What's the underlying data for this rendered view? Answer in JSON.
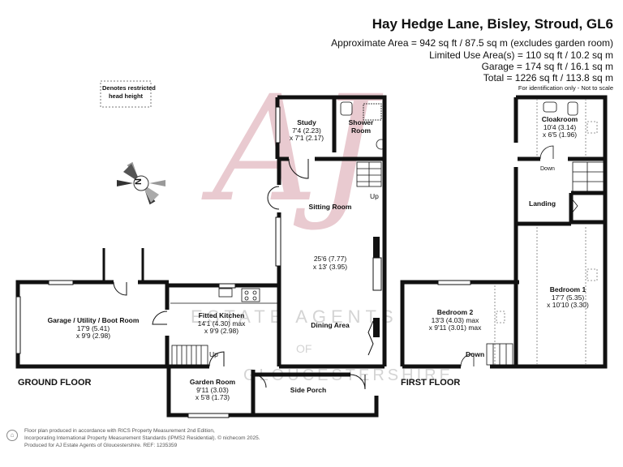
{
  "header": {
    "title": "Hay Hedge Lane, Bisley, Stroud, GL6",
    "approx_area": "Approximate Area = 942 sq ft / 87.5 sq m (excludes garden room)",
    "limited_use": "Limited Use Area(s) = 110 sq ft / 10.2 sq m",
    "garage": "Garage = 174 sq ft / 16.1 sq m",
    "total": "Total = 1226 sq ft / 113.8 sq m",
    "note": "For identification only - Not to scale"
  },
  "legend": {
    "line1": "Denotes restricted",
    "line2": "head height"
  },
  "rooms": {
    "study": {
      "name": "Study",
      "dim1": "7'4 (2.23)",
      "dim2": "x 7'1 (2.17)"
    },
    "shower": {
      "name1": "Shower",
      "name2": "Room"
    },
    "sitting": {
      "name": "Sitting Room"
    },
    "living": {
      "dim1": "25'6 (7.77)",
      "dim2": "x 13' (3.95)"
    },
    "dining": {
      "name": "Dining Area"
    },
    "garage": {
      "name": "Garage / Utility / Boot Room",
      "dim1": "17'9 (5.41)",
      "dim2": "x 9'9 (2.98)"
    },
    "kitchen": {
      "name": "Fitted Kitchen",
      "dim1": "14'1 (4.30) max",
      "dim2": "x 9'9 (2.98)"
    },
    "garden": {
      "name": "Garden Room",
      "dim1": "9'11 (3.03)",
      "dim2": "x 5'8 (1.73)"
    },
    "porch": {
      "name": "Side Porch"
    },
    "cloakroom": {
      "name": "Cloakroom",
      "dim1": "10'4 (3.14)",
      "dim2": "x 6'5 (1.96)"
    },
    "landing": {
      "name": "Landing"
    },
    "bed1": {
      "name": "Bedroom 1",
      "dim1": "17'7 (5.35)",
      "dim2": "x 10'10 (3.30)"
    },
    "bed2": {
      "name": "Bedroom 2",
      "dim1": "13'3 (4.03) max",
      "dim2": "x 9'11 (3.01) max"
    }
  },
  "labels": {
    "up1": "Up",
    "up2": "Up",
    "down1": "Down",
    "down2": "Down",
    "ground_floor": "GROUND FLOOR",
    "first_floor": "FIRST FLOOR"
  },
  "watermark": {
    "monogram": "AJ",
    "line1": "ESTATE AGENTS",
    "line2": "OF",
    "line3": "GLOUCESTERSHIRE"
  },
  "footer": {
    "line1": "Floor plan produced in accordance with RICS Property Measurement 2nd Edition,",
    "line2": "Incorporating International Property Measurement Standards (IPMS2 Residential).  © nichecom 2025.",
    "line3": "Produced for AJ Estate Agents of Gloucestershire.   REF:  1235359"
  },
  "compass": {
    "letter": "N",
    "icon": "compass-icon"
  },
  "colors": {
    "wall": "#111111",
    "watermark": "#b04050"
  }
}
